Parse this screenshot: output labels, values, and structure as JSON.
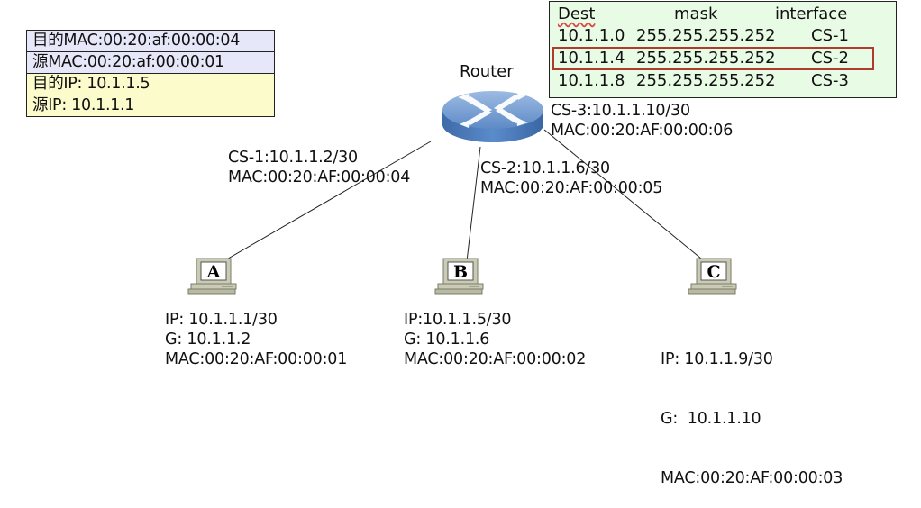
{
  "frame": {
    "dst_mac": "目的MAC:00:20:af:00:00:04",
    "src_mac": "源MAC:00:20:af:00:00:01",
    "dst_ip": "目的IP: 10.1.1.5",
    "src_ip": "源IP: 10.1.1.1",
    "colors": {
      "mac_row": "#e6e7f8",
      "ip_row": "#fbfbcc"
    }
  },
  "routing_table": {
    "headers": [
      "Dest",
      "mask",
      "interface"
    ],
    "rows": [
      {
        "dest": "10.1.1.0",
        "mask": "255.255.255.252",
        "iface": "CS-1",
        "highlighted": false
      },
      {
        "dest": "10.1.1.4",
        "mask": "255.255.255.252",
        "iface": "CS-2",
        "highlighted": true
      },
      {
        "dest": "10.1.1.8",
        "mask": "255.255.255.252",
        "iface": "CS-3",
        "highlighted": false
      }
    ],
    "colors": {
      "background": "#e8fbe5",
      "highlight_border": "#b03a2e"
    }
  },
  "router": {
    "label": "Router",
    "interfaces": [
      {
        "name": "CS-1",
        "line1": "CS-1:10.1.1.2/30",
        "line2": "MAC:00:20:AF:00:00:04"
      },
      {
        "name": "CS-2",
        "line1": "CS-2:10.1.1.6/30",
        "line2": "MAC:00:20:AF:00:00:05"
      },
      {
        "name": "CS-3",
        "line1": "CS-3:10.1.1.10/30",
        "line2": "MAC:00:20:AF:00:00:06"
      }
    ],
    "color": "#4f7fbf"
  },
  "hosts": [
    {
      "id": "A",
      "ip": "IP: 10.1.1.1/30",
      "gw": "G: 10.1.1.2",
      "mac": "MAC:00:20:AF:00:00:01"
    },
    {
      "id": "B",
      "ip": "IP:10.1.1.5/30",
      "gw": "G: 10.1.1.6",
      "mac": "MAC:00:20:AF:00:00:02"
    },
    {
      "id": "C",
      "ip": "IP: 10.1.1.9/30",
      "gw": "G:  10.1.1.10",
      "mac": "MAC:00:20:AF:00:00:03"
    }
  ]
}
